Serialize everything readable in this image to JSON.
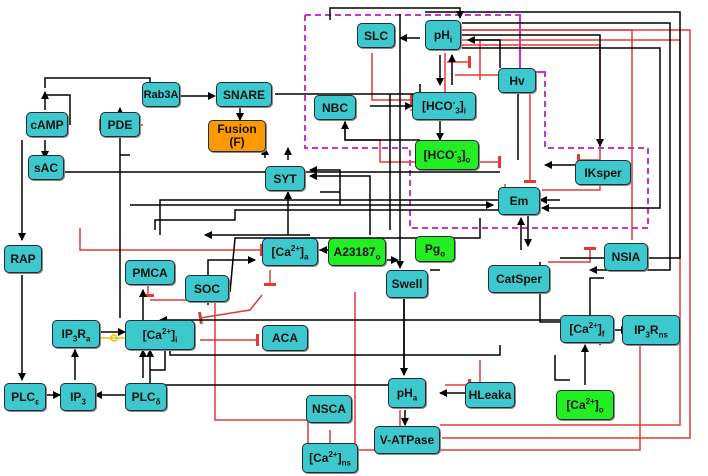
{
  "colors": {
    "cyan": "#3cc8cc",
    "green": "#22ee22",
    "orange": "#ff9900",
    "activation": "#000000",
    "inhibition": "#e53935",
    "highlight": "#cc33cc",
    "yellow_link": "#f0c000"
  },
  "nodes": {
    "slc": "SLC",
    "phi": "pH",
    "phi_sub": "i",
    "hv": "Hv",
    "nbc": "NBC",
    "hco3i_pre": "[HCO",
    "hco3i_sup": "-",
    "hco3i_sub3": "3",
    "hco3i_post": "]",
    "hco3i_sub": "i",
    "hco3o_pre": "[HCO",
    "hco3o_sup": "-",
    "hco3o_sub3": "3",
    "hco3o_post": "]",
    "hco3o_sub": "o",
    "rab3a": "Rab3A",
    "snare": "SNARE",
    "fusion": "Fusion\n(F)",
    "camp": "cAMP",
    "pde": "PDE",
    "sac": "sAC",
    "syt": "SYT",
    "ikspper": "IKsper",
    "em": "Em",
    "rap": "RAP",
    "caa_pre": "[Ca",
    "caa_sup": "2+",
    "caa_post": "]",
    "caa_sub": "a",
    "a23187": "A23187",
    "a23187_sub": "o",
    "pgo": "Pg",
    "pgo_sub": "o",
    "nsia": "NSIA",
    "pmca": "PMCA",
    "soc": "SOC",
    "swell": "Swell",
    "catsper": "CatSper",
    "ip3ra": "IP",
    "ip3ra_sub3": "3",
    "ip3ra_mid": "R",
    "ip3ra_sub": "a",
    "cai_pre": "[Ca",
    "cai_sup": "2+",
    "cai_post": "]",
    "cai_sub": "i",
    "aca": "ACA",
    "caf_pre": "[Ca",
    "caf_sup": "2+",
    "caf_post": "]",
    "caf_sub": "f",
    "ip3rns": "IP",
    "ip3rns_sub3": "3",
    "ip3rns_mid": "R",
    "ip3rns_sub": "ns",
    "plce": "PLC",
    "plce_sub": "ε",
    "ip3": "IP",
    "ip3_sub": "3",
    "plcd": "PLC",
    "plcd_sub": "δ",
    "pha": "pH",
    "pha_sub": "a",
    "hleaka": "HLeaka",
    "nsca": "NSCA",
    "cao_pre": "[Ca",
    "cao_sup": "2+",
    "cao_post": "]",
    "cao_sub": "o",
    "vatpase": "V-ATPase",
    "cans_pre": "[Ca",
    "cans_sup": "2+",
    "cans_post": "]",
    "cans_sub": "ns"
  }
}
